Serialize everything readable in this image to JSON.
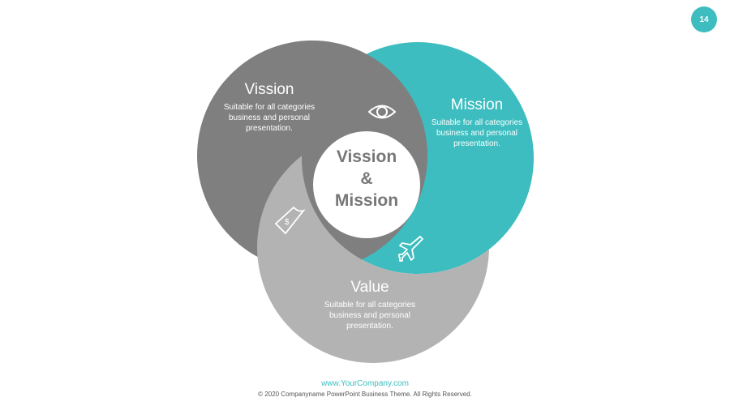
{
  "page_number": "14",
  "colors": {
    "teal": "#3dbdbf",
    "dark_gray": "#7f7f7f",
    "light_gray": "#b3b3b3"
  },
  "sections": {
    "vission": {
      "title": "Vission",
      "desc1": "Suitable for all categories",
      "desc2": "business and personal",
      "desc3": "presentation.",
      "icon": "eye-icon"
    },
    "mission": {
      "title": "Mission",
      "desc1": "Suitable for all categories",
      "desc2": "business and personal",
      "desc3": "presentation.",
      "icon": "airplane-icon"
    },
    "value": {
      "title": "Value",
      "desc1": "Suitable for all categories",
      "desc2": "business and personal",
      "desc3": "presentation.",
      "icon": "money-icon"
    }
  },
  "center": {
    "line1": "Vission",
    "line2": "&",
    "line3": "Mission"
  },
  "footer": {
    "url": "www.YourCompany.com",
    "copyright": "© 2020 Companyname PowerPoint Business Theme. All Rights Reserved."
  }
}
